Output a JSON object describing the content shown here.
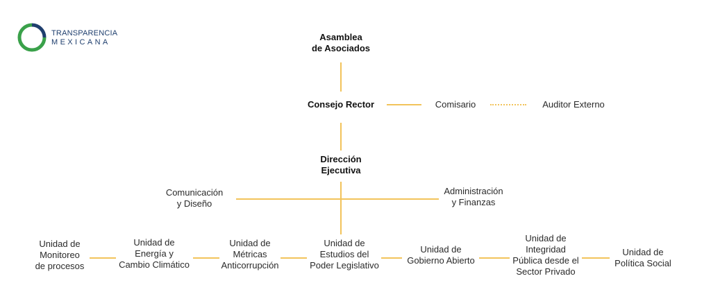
{
  "logo": {
    "line1": "TRANSPARENCIA",
    "line2": "MEXICANA"
  },
  "colors": {
    "connector": "#f2c35a",
    "logo_blue": "#1f3f6e",
    "logo_green": "#3aa14a"
  },
  "nodes": {
    "asamblea": [
      "Asamblea",
      "de Asociados"
    ],
    "consejo": [
      "Consejo Rector"
    ],
    "comisario": [
      "Comisario"
    ],
    "auditor": [
      "Auditor Externo"
    ],
    "direccion": [
      "Dirección",
      "Ejecutiva"
    ],
    "comunicacion": [
      "Comunicación",
      "y Diseño"
    ],
    "administracion": [
      "Administración",
      "y Finanzas"
    ],
    "monitoreo": [
      "Unidad de",
      "Monitoreo",
      "de procesos"
    ],
    "energia": [
      "Unidad de",
      "Energía y",
      "Cambio Climático"
    ],
    "metricas": [
      "Unidad de",
      "Métricas",
      "Anticorrupción"
    ],
    "legislativo": [
      "Unidad de",
      "Estudios del",
      "Poder Legislativo"
    ],
    "gobierno": [
      "Unidad de",
      "Gobierno Abierto"
    ],
    "integridad": [
      "Unidad de",
      "Integridad",
      "Pública desde el",
      "Sector Privado"
    ],
    "politica": [
      "Unidad de",
      "Política Social"
    ]
  }
}
